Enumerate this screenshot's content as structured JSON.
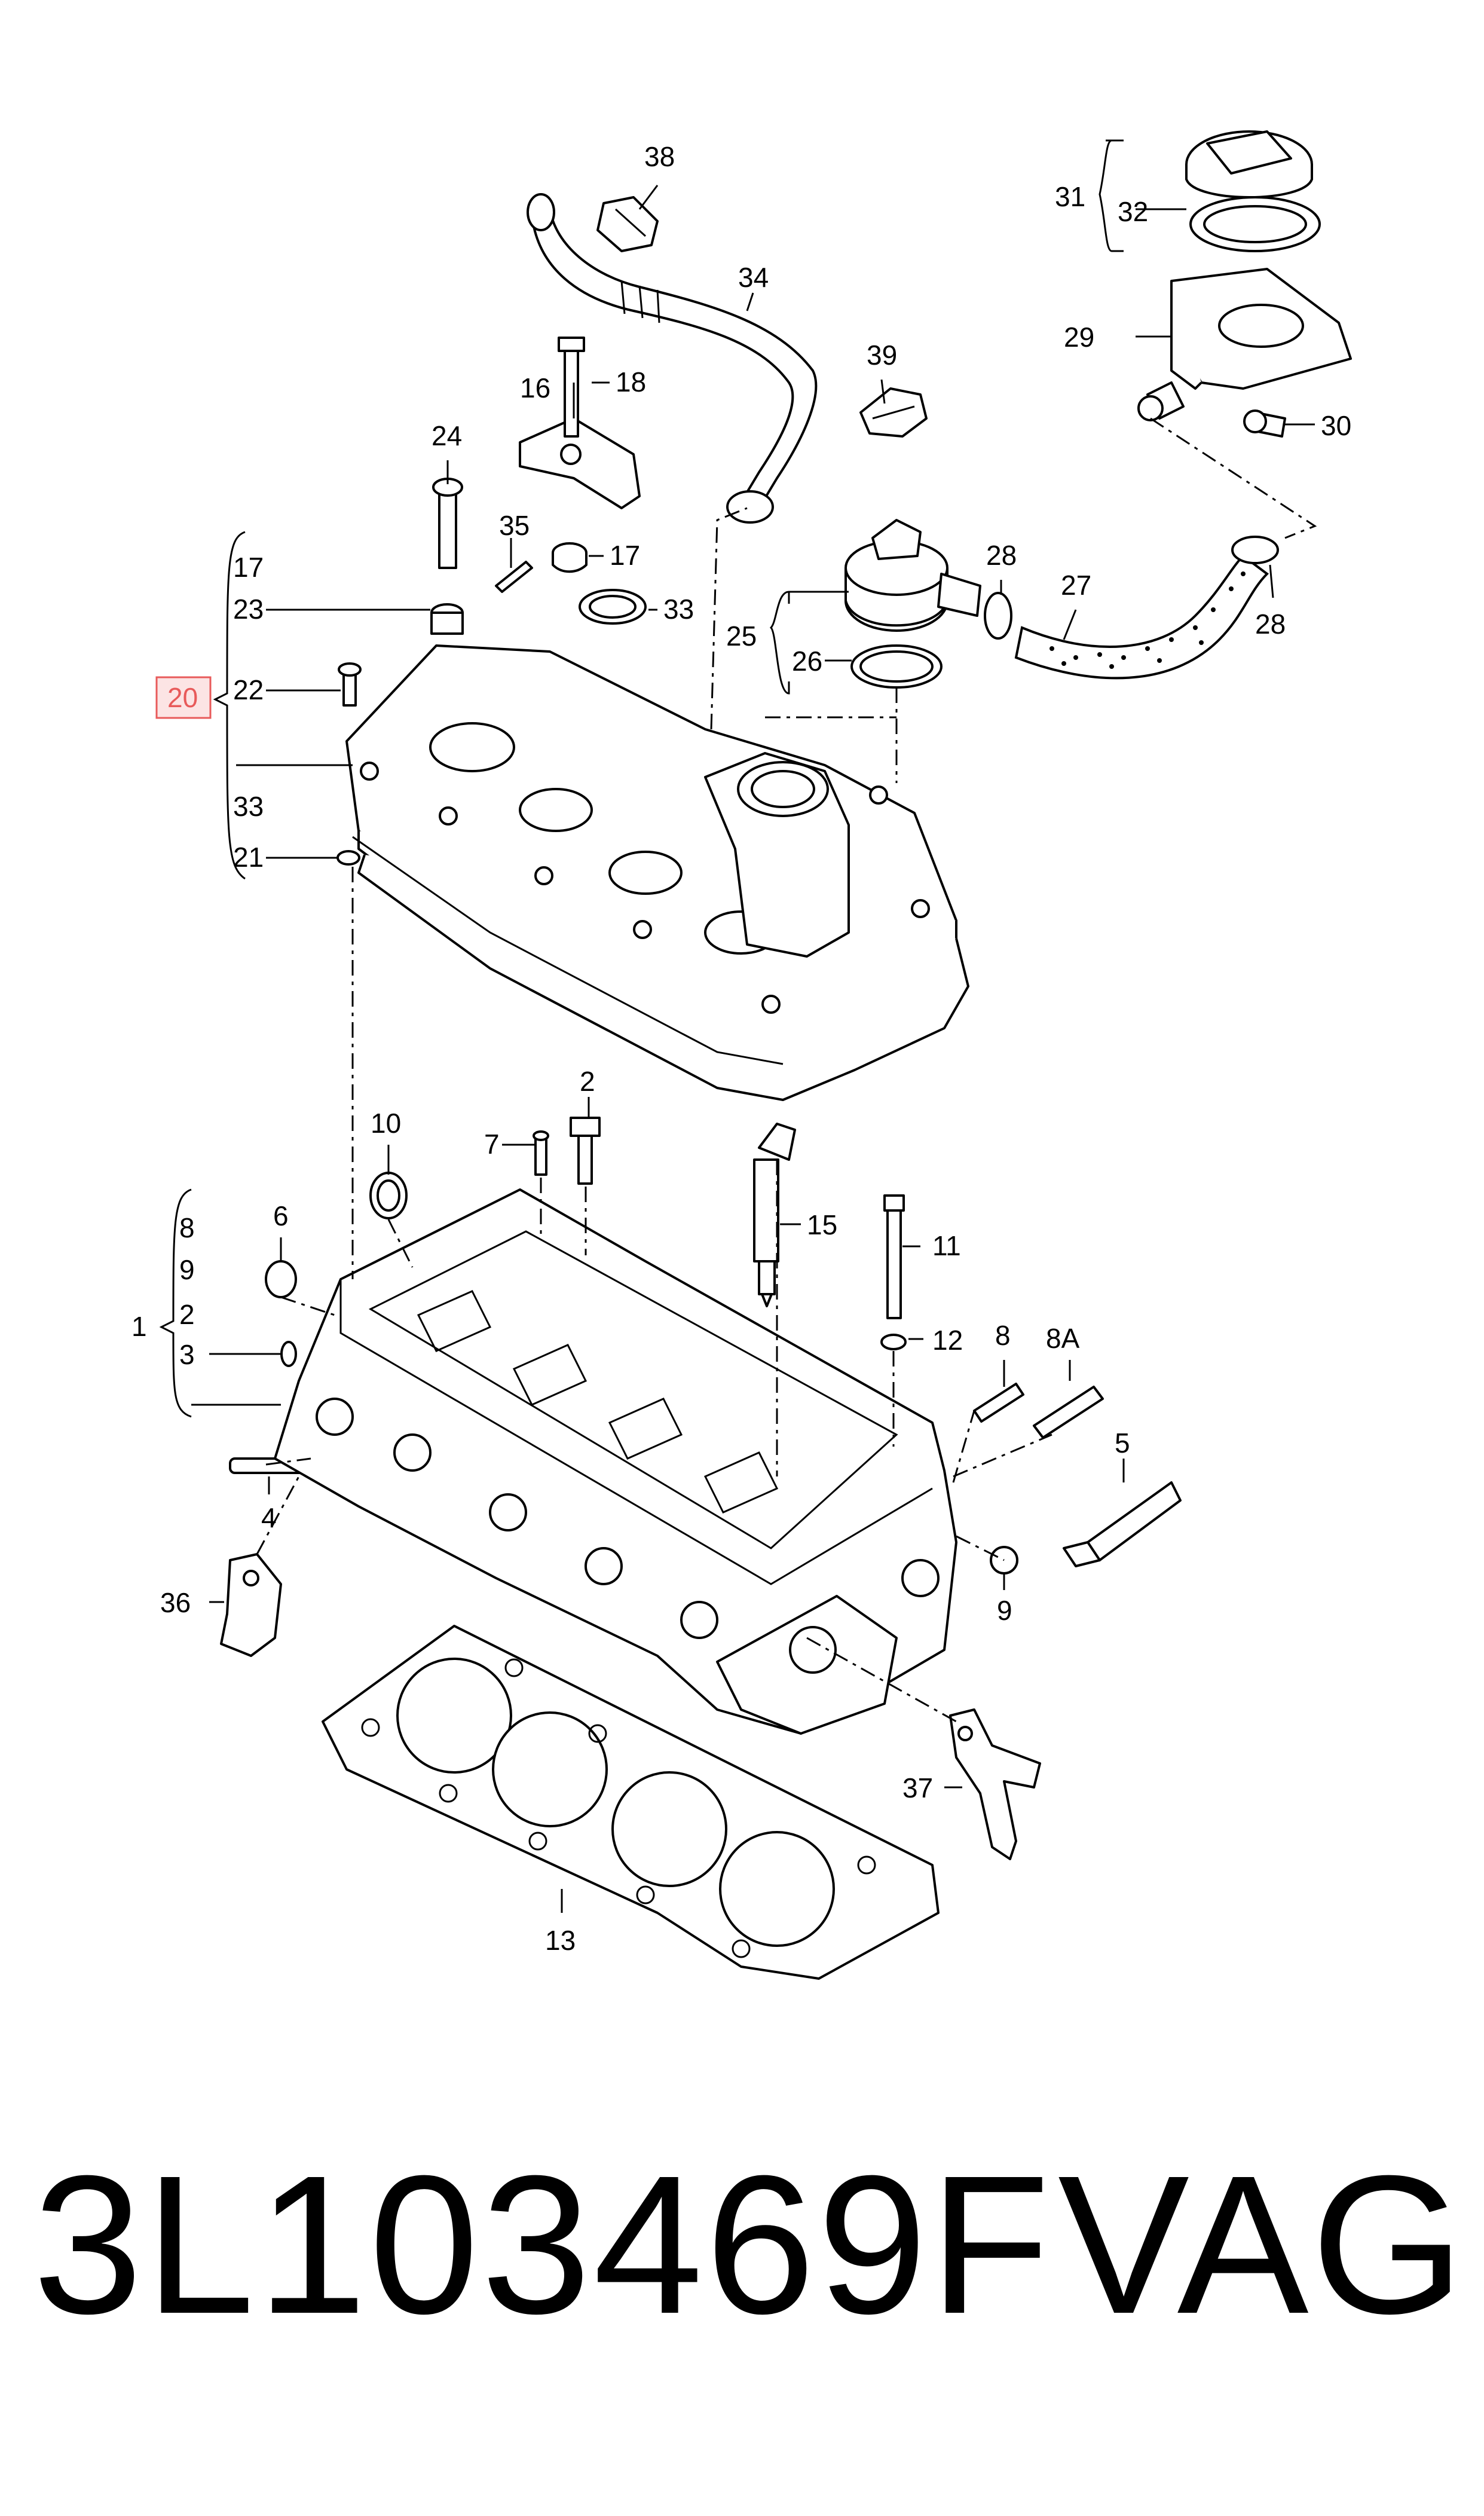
{
  "footer": {
    "part_number": "3L103469F",
    "brand": "VAG"
  },
  "highlight_color": "#e85a5a",
  "callouts": {
    "c38": "38",
    "c34": "34",
    "c39": "39",
    "c31": "31",
    "c32": "32",
    "c29": "29",
    "c30": "30",
    "c16": "16",
    "c18": "18",
    "c24": "24",
    "c35": "35",
    "c17a": "17",
    "c17": "17",
    "c23": "23",
    "c33a": "33",
    "c20": "20",
    "c22": "22",
    "c33": "33",
    "c21": "21",
    "c28a": "28",
    "c27": "27",
    "c28b": "28",
    "c25": "25",
    "c26": "26",
    "c10": "10",
    "c2": "2",
    "c7": "7",
    "c15": "15",
    "c11": "11",
    "c12": "12",
    "c8": "8",
    "c8A": "8A",
    "c6": "6",
    "c1": "1",
    "c1_8": "8",
    "c1_9": "9",
    "c1_2": "2",
    "c1_3": "3",
    "c4": "4",
    "c5": "5",
    "c9": "9",
    "c36": "36",
    "c37": "37",
    "c13": "13"
  }
}
